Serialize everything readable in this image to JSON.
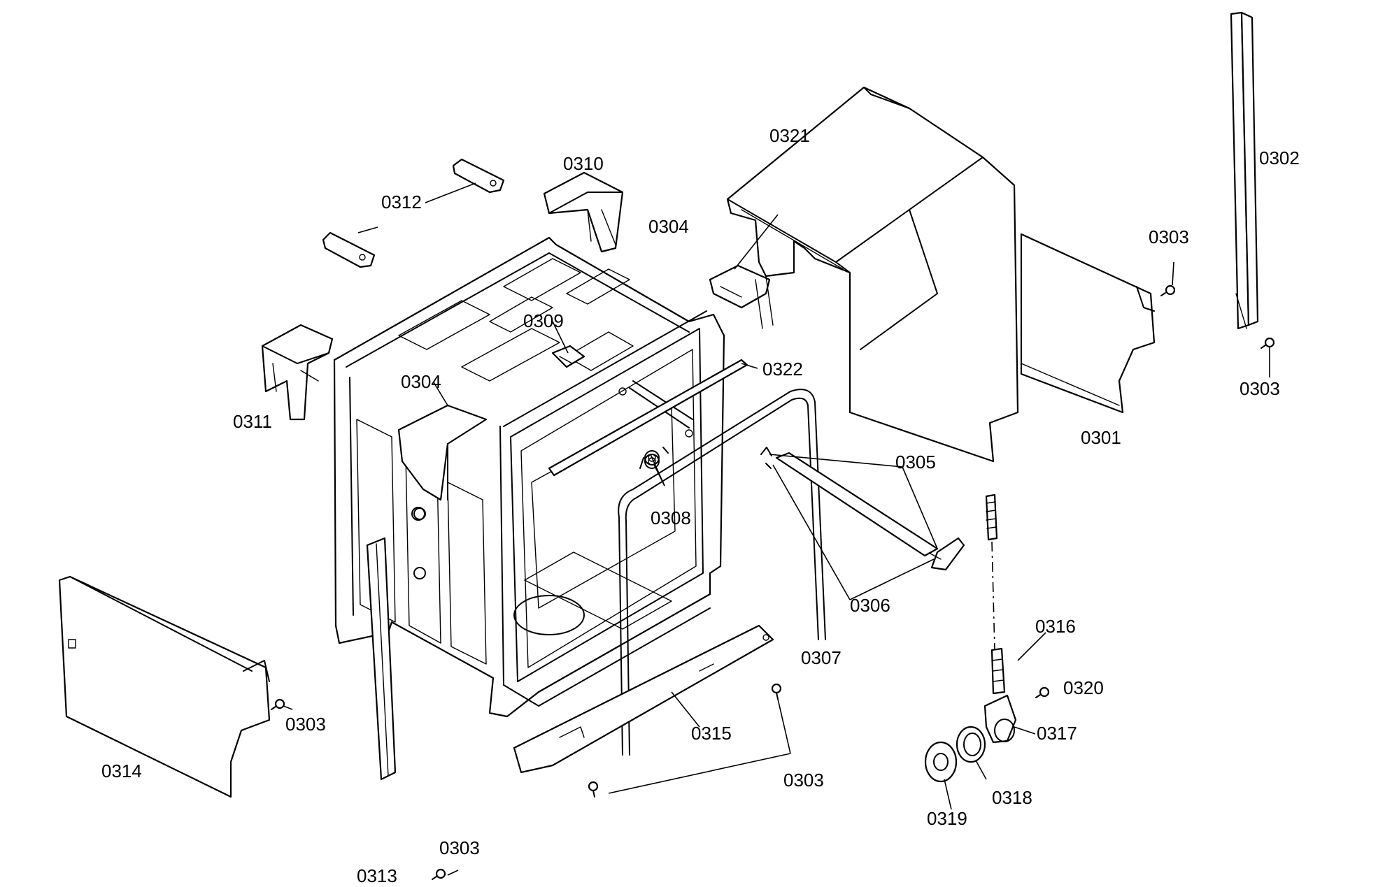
{
  "callouts": {
    "c0301": "0301",
    "c0302": "0302",
    "c0303_a": "0303",
    "c0303_b": "0303",
    "c0303_c": "0303",
    "c0303_d": "0303",
    "c0303_e": "0303",
    "c0304_a": "0304",
    "c0304_b": "0304",
    "c0305": "0305",
    "c0306": "0306",
    "c0307": "0307",
    "c0308": "0308",
    "c0309": "0309",
    "c0310": "0310",
    "c0311": "0311",
    "c0312": "0312",
    "c0313": "0313",
    "c0314": "0314",
    "c0315": "0315",
    "c0316": "0316",
    "c0317": "0317",
    "c0318": "0318",
    "c0319": "0319",
    "c0320": "0320",
    "c0321": "0321",
    "c0322": "0322"
  }
}
